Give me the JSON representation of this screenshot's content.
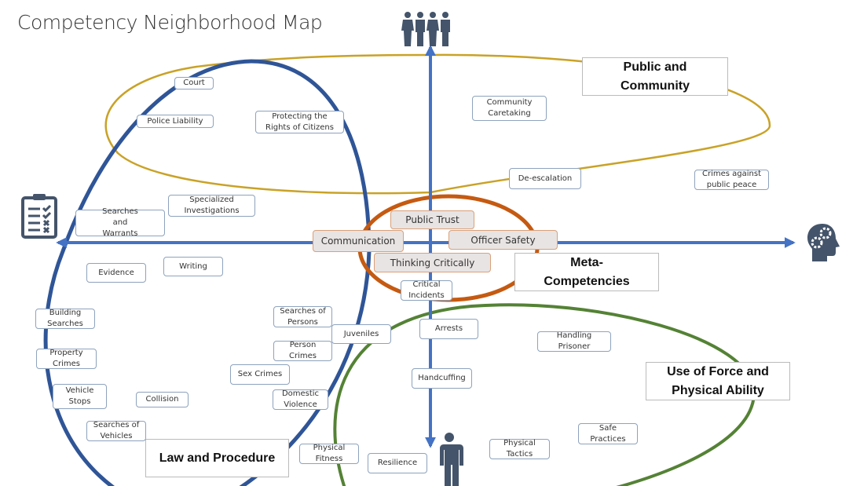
{
  "title": "Competency Neighborhood Map",
  "colors": {
    "axis": "#4472c4",
    "law": "#2f5597",
    "public": "#c9a227",
    "meta": "#c55a11",
    "force": "#548235",
    "icon": "#44546a"
  },
  "group_labels": {
    "public": "Public and Community",
    "meta": "Meta-Competencies",
    "force": "Use of Force and Physical Ability",
    "law": "Law and Procedure"
  },
  "competencies": {
    "court": "Court",
    "police_liability": "Police Liability",
    "protecting_rights": "Protecting the Rights of Citizens",
    "community_caretaking": "Community Caretaking",
    "de_escalation": "De-escalation",
    "crimes_public_peace": "Crimes against public peace",
    "specialized_investigations": "Specialized Investigations",
    "searches_warrants": "Searches and Warrants",
    "public_trust": "Public Trust",
    "communication": "Communication",
    "officer_safety": "Officer Safety",
    "thinking_critically": "Thinking Critically",
    "evidence": "Evidence",
    "writing": "Writing",
    "critical_incidents": "Critical Incidents",
    "building_searches": "Building Searches",
    "searches_persons": "Searches of Persons",
    "juveniles": "Juveniles",
    "arrests": "Arrests",
    "handling_prisoner": "Handling Prisoner",
    "person_crimes": "Person Crimes",
    "property_crimes": "Property Crimes",
    "sex_crimes": "Sex Crimes",
    "handcuffing": "Handcuffing",
    "vehicle_stops": "Vehicle Stops",
    "collision": "Collision",
    "domestic_violence": "Domestic Violence",
    "searches_vehicles": "Searches of Vehicles",
    "physical_fitness": "Physical Fitness",
    "resilience": "Resilience",
    "physical_tactics": "Physical Tactics",
    "safe_practices": "Safe Practices"
  },
  "axis_icons": {
    "top": "people-group-icon",
    "left": "checklist-icon",
    "right": "head-gears-icon",
    "bottom": "person-icon"
  }
}
